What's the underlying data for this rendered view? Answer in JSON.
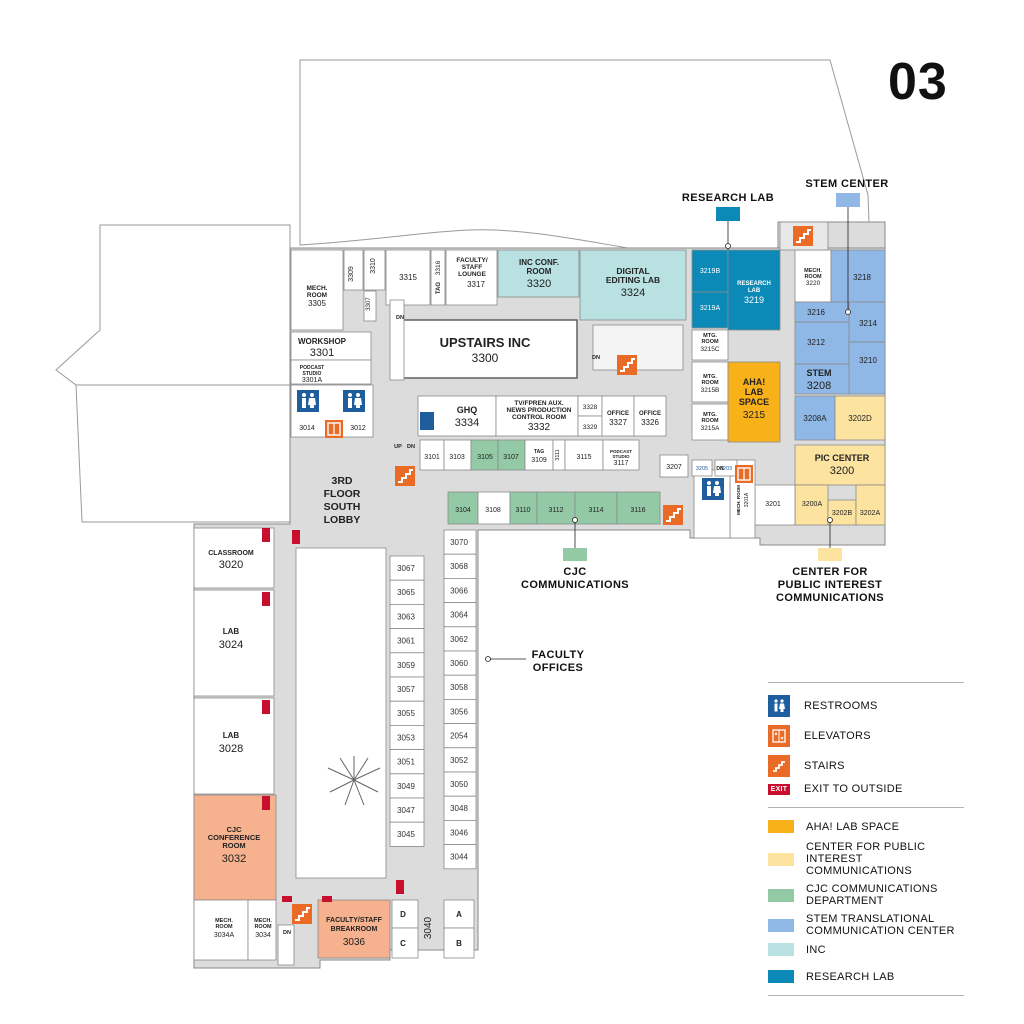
{
  "floor_number": "03",
  "callouts": {
    "research_lab": "RESEARCH LAB",
    "stem_center": "STEM CENTER",
    "cjc_line1": "CJC",
    "cjc_line2": "COMMUNICATIONS",
    "center_line1": "CENTER FOR",
    "center_line2": "PUBLIC INTEREST",
    "center_line3": "COMMUNICATIONS",
    "faculty_line1": "FACULTY",
    "faculty_line2": "OFFICES"
  },
  "colors": {
    "aha": "#f9b11a",
    "pic": "#fde3a0",
    "cjc": "#93c9a5",
    "stem": "#8fb8e6",
    "inc": "#b9e1e2",
    "research": "#0b8ab8",
    "orange": "#f08a61",
    "icon_blue": "#1f5e9e",
    "icon_orange": "#ea6b25",
    "exit_red": "#c8102e"
  },
  "rooms": {
    "r3305": {
      "l1": "MECH.",
      "l2": "ROOM",
      "num": "3305"
    },
    "r3309": "3309",
    "r3310": "3310",
    "r3307": "3307",
    "r3315": "3315",
    "r3316": "3316",
    "tag": "TAG",
    "r3317": {
      "l1": "FACULTY/",
      "l2": "STAFF",
      "l3": "LOUNGE",
      "num": "3317"
    },
    "r3320": {
      "l1": "INC CONF.",
      "l2": "ROOM",
      "num": "3320"
    },
    "r3324": {
      "l1": "DIGITAL",
      "l2": "EDITING LAB",
      "num": "3324"
    },
    "r3301": {
      "l1": "WORKSHOP",
      "num": "3301"
    },
    "r3301a": {
      "l1": "PODCAST",
      "l2": "STUDIO",
      "num": "3301A"
    },
    "r3300": {
      "l1": "UPSTAIRS INC",
      "num": "3300"
    },
    "r3014": "3014",
    "r3012": "3012",
    "r3334": {
      "l1": "GHQ",
      "num": "3334"
    },
    "r3332": {
      "l1": "TV/FPREN AUX.",
      "l2": "NEWS PRODUCTION",
      "l3": "CONTROL ROOM",
      "num": "3332"
    },
    "r3328": "3328",
    "r3329": "3329",
    "r3327": {
      "l1": "OFFICE",
      "num": "3327"
    },
    "r3326": {
      "l1": "OFFICE",
      "num": "3326"
    },
    "r3219b": "3219B",
    "r3219a": "3219A",
    "r3219": {
      "l1": "RESEARCH",
      "l2": "LAB",
      "num": "3219"
    },
    "r3215c": {
      "l1": "MTG.",
      "l2": "ROOM",
      "num": "3215C"
    },
    "r3215b": {
      "l1": "MTG.",
      "l2": "ROOM",
      "num": "3215B"
    },
    "r3215a": {
      "l1": "MTG.",
      "l2": "ROOM",
      "num": "3215A"
    },
    "r3215": {
      "l1": "AHA!",
      "l2": "LAB",
      "l3": "SPACE",
      "num": "3215"
    },
    "r3220": {
      "l1": "MECH.",
      "l2": "ROOM",
      "num": "3220"
    },
    "r3218": "3218",
    "r3216": "3216",
    "r3214": "3214",
    "r3212": "3212",
    "r3210": "3210",
    "r3208": {
      "l1": "STEM",
      "num": "3208"
    },
    "r3208a": "3208A",
    "r3202d": "3202D",
    "r3200": {
      "l1": "PIC CENTER",
      "num": "3200"
    },
    "r3200a": "3200A",
    "r3202b": "3202B",
    "r3202a": "3202A",
    "r3201": "3201",
    "r3101": "3101",
    "r3103": "3103",
    "r3105": "3105",
    "r3107": "3107",
    "r3109": "3109",
    "r3111": "3111",
    "r3115": "3115",
    "r3117": {
      "l1": "PODCAST",
      "l2": "STUDIO",
      "num": "3117"
    },
    "r3207": "3207",
    "r3205": "3205",
    "r3203": "3203",
    "r3201a": {
      "l1": "MECH. ROOM",
      "num": "3201A"
    },
    "r3104": "3104",
    "r3108": "3108",
    "r3110": "3110",
    "r3112": "3112",
    "r3114": "3114",
    "r3116": "3116",
    "lobby": {
      "l1": "3RD",
      "l2": "FLOOR",
      "l3": "SOUTH",
      "l4": "LOBBY"
    },
    "r3020": {
      "l1": "CLASSROOM",
      "num": "3020"
    },
    "r3024": {
      "l1": "LAB",
      "num": "3024"
    },
    "r3028": {
      "l1": "LAB",
      "num": "3028"
    },
    "r3032": {
      "l1": "CJC",
      "l2": "CONFERENCE",
      "l3": "ROOM",
      "num": "3032"
    },
    "r3034a": {
      "l1": "MECH.",
      "l2": "ROOM",
      "num": "3034A"
    },
    "r3034": {
      "l1": "MECH.",
      "l2": "ROOM",
      "num": "3034"
    },
    "r3036": {
      "l1": "FACULTY/STAFF",
      "l2": "BREAKROOM",
      "num": "3036"
    },
    "r3040": "3040",
    "letters": {
      "a": "A",
      "b": "B",
      "c": "C",
      "d": "D"
    },
    "up": "UP",
    "dn": "DN",
    "exit": "EXIT",
    "faculty_left": [
      "3067",
      "3065",
      "3063",
      "3061",
      "3059",
      "3057",
      "3055",
      "3053",
      "3051",
      "3049",
      "3047",
      "3045"
    ],
    "faculty_right": [
      "3070",
      "3068",
      "3066",
      "3064",
      "3062",
      "3060",
      "3058",
      "3056",
      "2054",
      "3052",
      "3050",
      "3048",
      "3046",
      "3044"
    ]
  },
  "legend": {
    "restrooms": "RESTROOMS",
    "elevators": "ELEVATORS",
    "stairs": "STAIRS",
    "exit_badge": "EXIT",
    "exit": "EXIT TO OUTSIDE",
    "aha": "AHA! LAB SPACE",
    "pic_l1": "CENTER FOR PUBLIC",
    "pic_l2": "INTEREST COMMUNICATIONS",
    "cjc_l1": "CJC COMMUNICATIONS",
    "cjc_l2": "DEPARTMENT",
    "stem_l1": "STEM TRANSLATIONAL",
    "stem_l2": "COMMUNICATION CENTER",
    "inc": "INC",
    "research": "RESEARCH LAB"
  }
}
